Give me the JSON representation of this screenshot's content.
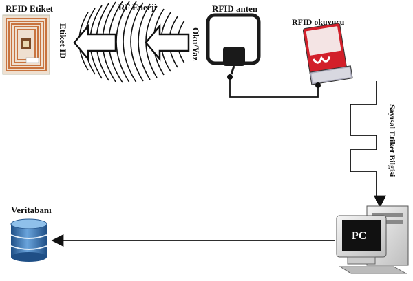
{
  "labels": {
    "rfid_tag": "RFID Etiket",
    "tag_id": "Etiket ID",
    "rf_energy": "RF Enerji",
    "read_write": "Oku/Yaz",
    "rfid_antenna": "RFID anten",
    "rfid_reader": "RFID okuyucu",
    "digital_tag_info": "Sayısal Etiket Bilgisi",
    "database": "Veritabanı",
    "pc": "PC"
  },
  "icons": {
    "tag": "rfid-tag-chip",
    "antenna": "loop-antenna",
    "reader": "pcmcia-reader-card",
    "database": "database-cylinder",
    "computer": "desktop-computer"
  },
  "colors": {
    "tag_copper": "#c8743f",
    "tag_background": "#efe0d0",
    "reader_red": "#d21f2a",
    "database_blue": "#3a78b8",
    "line": "#111111"
  }
}
